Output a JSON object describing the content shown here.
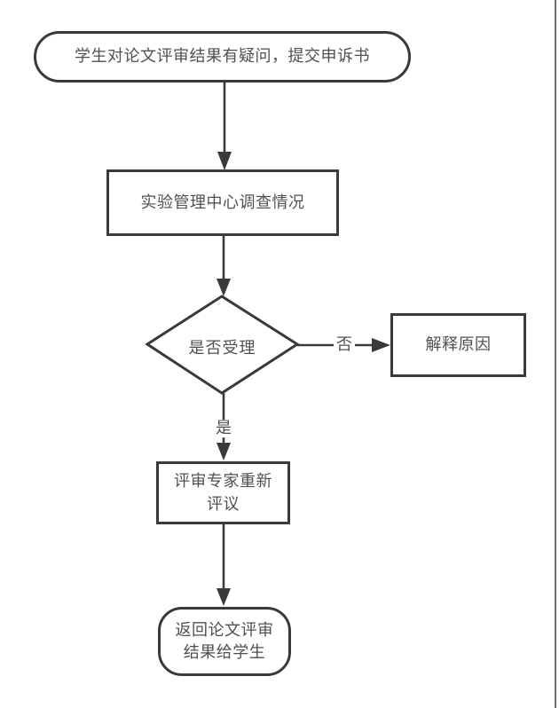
{
  "diagram": {
    "type": "flowchart",
    "nodes": {
      "start": {
        "shape": "terminator",
        "label": "学生对论文评审结果有疑问，提交申诉书"
      },
      "investigate": {
        "shape": "process",
        "label": "实验管理中心调查情况"
      },
      "decision": {
        "shape": "decision",
        "label": "是否受理"
      },
      "explain": {
        "shape": "process",
        "label": "解释原因"
      },
      "re_review": {
        "shape": "process",
        "label": "评审专家重新\n评议"
      },
      "return_result": {
        "shape": "terminator",
        "label": "返回论文评审\n结果给学生"
      }
    },
    "edge_labels": {
      "no": "否",
      "yes": "是"
    },
    "colors": {
      "stroke": "#3a3a3a",
      "text": "#505050",
      "background": "#ffffff",
      "page_edge": "#6e6e6e"
    }
  }
}
